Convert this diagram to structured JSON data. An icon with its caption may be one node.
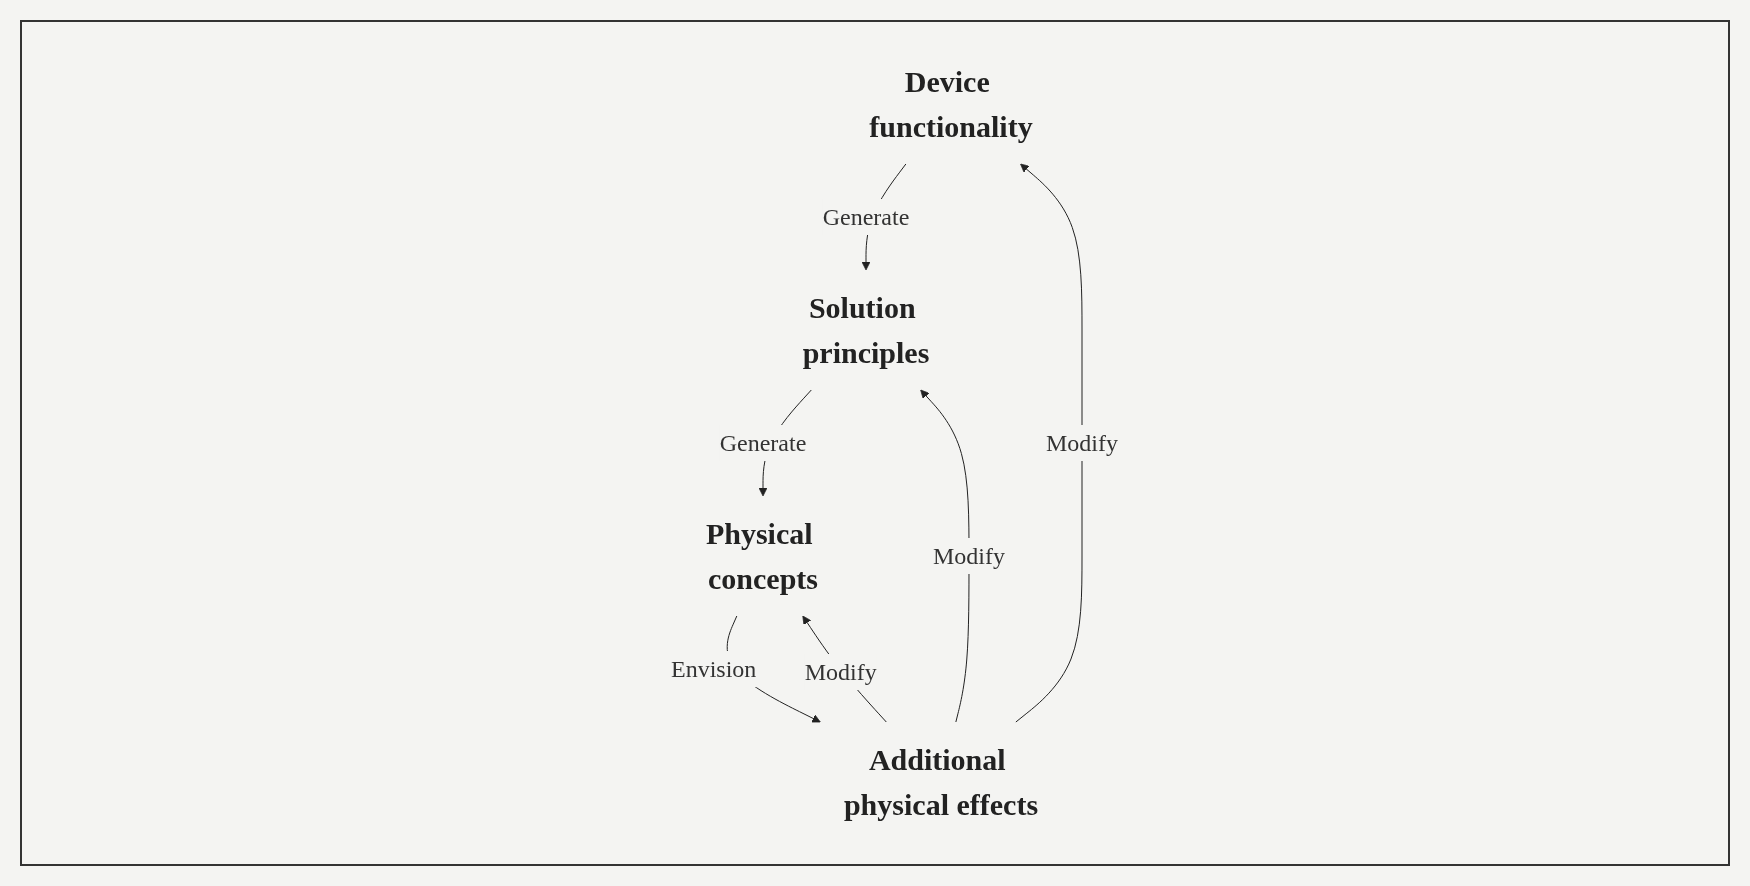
{
  "diagram": {
    "nodes": [
      {
        "text": [
          "Device functionality"
        ]
      },
      {
        "text": [
          "Solution principles"
        ]
      },
      {
        "text": [
          "Physical concepts"
        ]
      },
      {
        "text": [
          "Additional physical effects"
        ]
      }
    ],
    "edges": [
      {
        "from": 0,
        "to": 1,
        "arrow": "to",
        "label": "Generate"
      },
      {
        "from": 1,
        "to": 2,
        "arrow": "to",
        "label": "Generate"
      },
      {
        "from": 2,
        "to": 3,
        "arrow": "to",
        "label": "Envision"
      },
      {
        "from": 3,
        "to": 0,
        "arrow": "to",
        "label": "Modify"
      },
      {
        "from": 3,
        "to": 1,
        "arrow": "to",
        "label": "Modify"
      },
      {
        "from": 3,
        "to": 2,
        "arrow": "to",
        "label": "Modify"
      }
    ]
  }
}
